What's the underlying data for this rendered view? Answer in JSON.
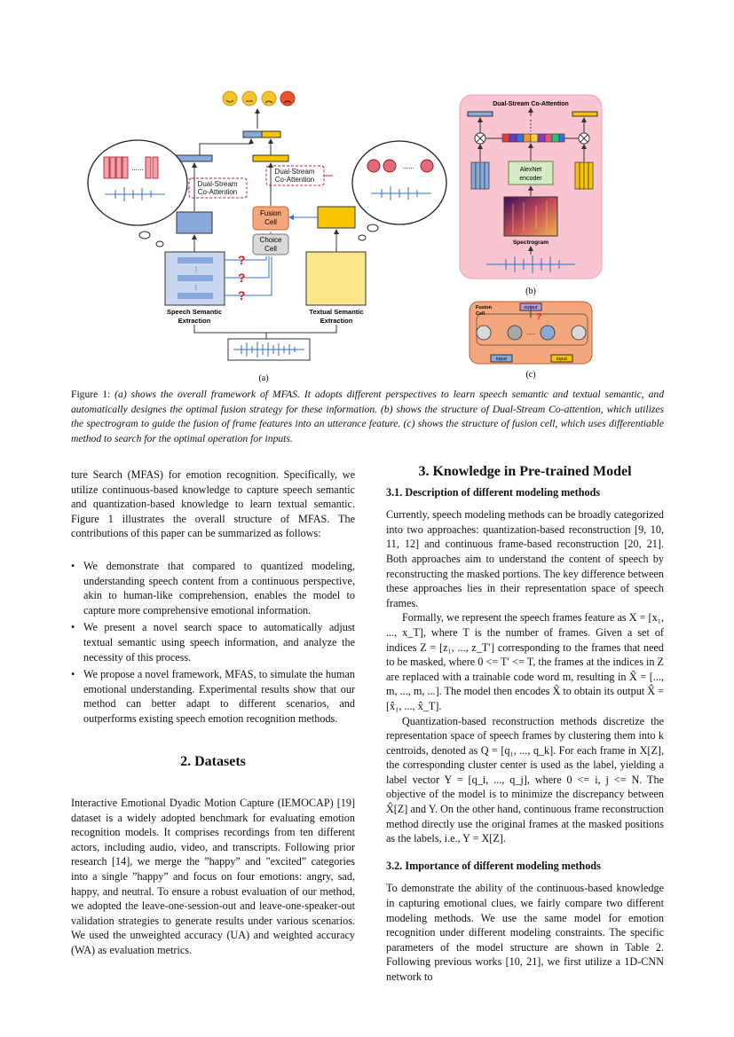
{
  "figure": {
    "panel_a_label": "(a)",
    "panel_b_label": "(b)",
    "panel_c_label": "(c)",
    "speech_semantic_label_line1": "Speech Semantic",
    "speech_semantic_label_line2": "Extraction",
    "textual_semantic_label_line1": "Textual Semantic",
    "textual_semantic_label_line2": "Extraction",
    "dsca_left_line1": "Dual-Stream",
    "dsca_left_line2": "Co-Attention",
    "dsca_right_line1": "Dual-Stream",
    "dsca_right_line2": "Co-Attention",
    "fusion_cell_line1": "Fusion",
    "fusion_cell_line2": "Cell",
    "choice_cell_line1": "Choice",
    "choice_cell_line2": "Cell",
    "question_mark": "?",
    "dots": "......",
    "panel_b_title": "Dual-Stream Co-Attention",
    "alexnet_line1": "AlexNet",
    "alexnet_line2": "encoder",
    "spectrogram_label": "Spectrogram",
    "panel_c_fusion_line1": "Fusion",
    "panel_c_fusion_line2": "Cell",
    "panel_c_output": "output",
    "panel_c_input_left": "input",
    "panel_c_input_right": "input",
    "emojis": [
      "😃",
      "😐",
      "🙁",
      "😡"
    ]
  },
  "caption": {
    "label": "Figure 1:",
    "text": "(a) shows the overall framework of MFAS. It adopts different perspectives to learn speech semantic and textual semantic, and automatically designes the optimal fusion strategy for these information. (b) shows the structure of Dual-Stream Co-attention, which utilizes the spectrogram to guide the fusion of frame features into an utterance feature. (c) shows the structure of fusion cell, which uses differentiable method to search for the optimal operation for inputs."
  },
  "left_column": {
    "intro": "ture Search (MFAS) for emotion recognition. Specifically, we utilize continuous-based knowledge to capture speech semantic and quantization-based knowledge to learn textual semantic. Figure 1 illustrates the overall structure of MFAS. The contributions of this paper can be summarized as follows:",
    "bullets": [
      "We demonstrate that compared to quantized modeling, understanding speech content from a continuous perspective, akin to human-like comprehension, enables the model to capture more comprehensive emotional information.",
      "We present a novel search space to automatically adjust textual semantic using speech information, and analyze the necessity of this process.",
      "We propose a novel framework, MFAS, to simulate the human emotional understanding. Experimental results show that our method can better adapt to different scenarios, and outperforms existing speech emotion recognition methods."
    ],
    "section2_title": "2.  Datasets",
    "section2_text": "Interactive Emotional Dyadic Motion Capture (IEMOCAP) [19] dataset is a widely adopted benchmark for evaluating emotion recognition models. It comprises recordings from ten different actors, including audio, video, and transcripts. Following prior research [14], we merge the ”happy” and ”excited” categories into a single ”happy” and focus on four emotions: angry, sad, happy, and neutral. To ensure a robust evaluation of our method, we adopted the leave-one-session-out and leave-one-speaker-out validation strategies to generate results under various scenarios. We used the unweighted accuracy (UA) and weighted accuracy (WA) as evaluation metrics."
  },
  "right_column": {
    "section3_title": "3.  Knowledge in Pre-trained Model",
    "sub31_title": "3.1.  Description of different modeling methods",
    "p1": "Currently, speech modeling methods can be broadly categorized into two approaches: quantization-based reconstruction [9, 10, 11, 12] and continuous frame-based reconstruction [20, 21]. Both approaches aim to understand the content of speech by reconstructing the masked portions. The key difference between these approaches lies in their representation space of speech frames.",
    "p2": "Formally, we represent the speech frames feature as X = [x₁, ..., x_T], where T is the number of frames. Given a set of indices Z = [z₁, ..., z_T′] corresponding to the frames that need to be masked, where 0 <= T′ <= T, the frames at the indices in Z are replaced with a trainable code word m, resulting in X̃ = [..., m, ..., m, ...]. The model then encodes X̃ to obtain its output X̂ = [x̂₁, ..., x̂_T].",
    "p3": "Quantization-based reconstruction methods discretize the representation space of speech frames by clustering them into k centroids, denoted as Q = [q₁, ..., q_k]. For each frame in X[Z], the corresponding cluster center is used as the label, yielding a label vector Y = [q_i, ..., q_j], where 0 <= i, j <= N. The objective of the model is to minimize the discrepancy between X̂[Z] and Y. On the other hand, continuous frame reconstruction method directly use the original frames at the masked positions as the labels, i.e., Y = X[Z].",
    "sub32_title": "3.2.  Importance of different modeling methods",
    "p4": "To demonstrate the ability of the continuous-based knowledge in capturing emotional clues, we fairly compare two different modeling methods. We use the same model for emotion recognition under different modeling constraints. The specific parameters of the model structure are shown in Table 2. Following previous works [10, 21], we first utilize a 1D-CNN network to"
  }
}
